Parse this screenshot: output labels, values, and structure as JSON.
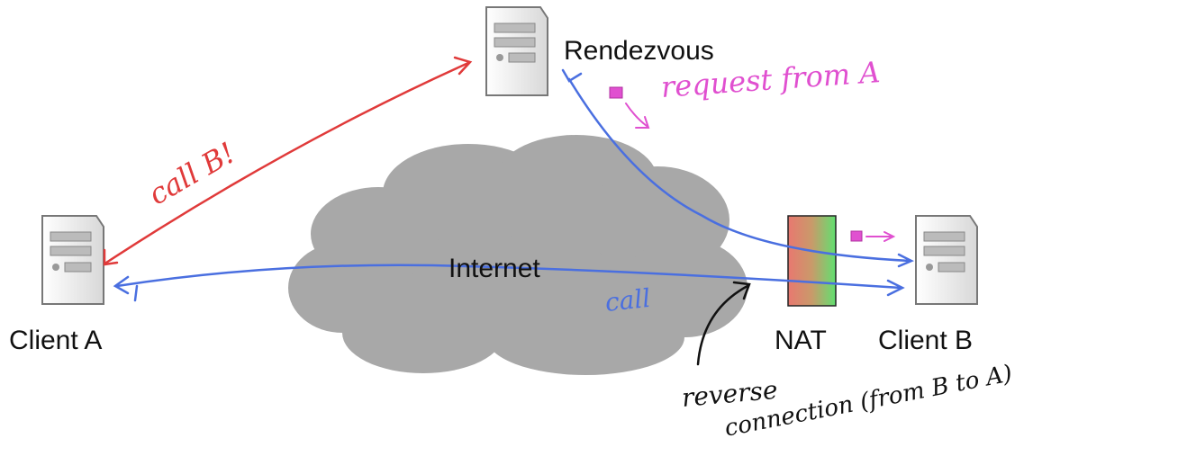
{
  "nodes": {
    "rendezvous": "Rendezvous",
    "client_a": "Client A",
    "client_b": "Client B",
    "nat": "NAT",
    "internet": "Internet"
  },
  "annotations": {
    "call_b": "call B!",
    "request_from_a": "request from A",
    "call": "call",
    "reverse": "reverse",
    "connection": "connection (from B to A)"
  },
  "colors": {
    "red_arrow": "#e03a3a",
    "blue_arrow": "#4a6fe0",
    "pink_annotation": "#e050d0",
    "cloud": "#a8a8a8",
    "nat_left": "#e87870",
    "nat_right": "#60e070",
    "server_body": "#f0f0f0",
    "server_outline": "#777777"
  }
}
